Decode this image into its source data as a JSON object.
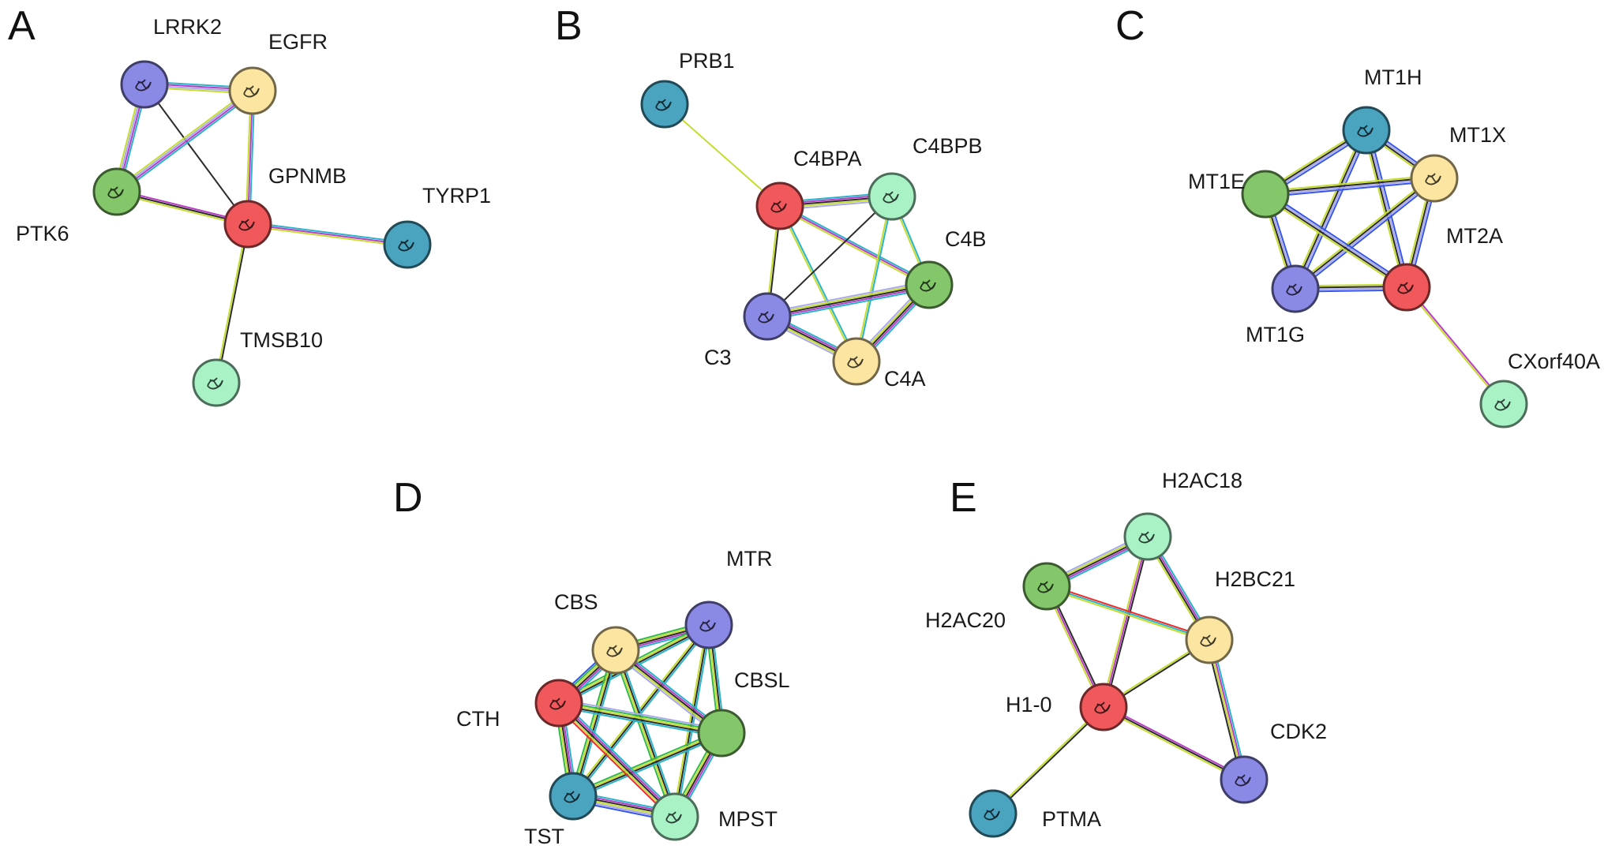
{
  "colors": {
    "red": "#f0585c",
    "blue": "#8a89e6",
    "yellow": "#fbe5a0",
    "green": "#84c76a",
    "teal": "#4aa3bf",
    "mint": "#a9f2c6",
    "edge_database": "#27b4c9",
    "edge_experimental": "#b93cc4",
    "edge_coexpression": "#2b2b2b",
    "edge_textmining": "#c5dc2f",
    "edge_homology": "#a8a8ee",
    "edge_fusion": "#f02a2a",
    "edge_neighborhood": "#33b84a",
    "edge_cooccurrence": "#3556e8"
  },
  "panels": [
    {
      "letter": "A",
      "nodes": [
        {
          "id": "LRRK2",
          "label": "LRRK2",
          "color": "blue"
        },
        {
          "id": "EGFR",
          "label": "EGFR",
          "color": "yellow"
        },
        {
          "id": "PTK6",
          "label": "PTK6",
          "color": "green"
        },
        {
          "id": "GPNMB",
          "label": "GPNMB",
          "color": "red"
        },
        {
          "id": "TYRP1",
          "label": "TYRP1",
          "color": "teal"
        },
        {
          "id": "TMSB10",
          "label": "TMSB10",
          "color": "mint"
        }
      ],
      "edges": [
        {
          "from": "LRRK2",
          "to": "EGFR",
          "types": [
            "database",
            "experimental",
            "homology",
            "textmining"
          ]
        },
        {
          "from": "LRRK2",
          "to": "PTK6",
          "types": [
            "database",
            "experimental",
            "homology",
            "textmining"
          ]
        },
        {
          "from": "LRRK2",
          "to": "GPNMB",
          "types": [
            "coexpression"
          ]
        },
        {
          "from": "EGFR",
          "to": "PTK6",
          "types": [
            "database",
            "experimental",
            "homology",
            "textmining"
          ]
        },
        {
          "from": "EGFR",
          "to": "GPNMB",
          "types": [
            "database",
            "experimental",
            "textmining"
          ]
        },
        {
          "from": "PTK6",
          "to": "GPNMB",
          "types": [
            "experimental",
            "coexpression",
            "textmining"
          ]
        },
        {
          "from": "GPNMB",
          "to": "TYRP1",
          "types": [
            "database",
            "experimental",
            "textmining"
          ]
        },
        {
          "from": "GPNMB",
          "to": "TMSB10",
          "types": [
            "coexpression",
            "textmining"
          ]
        }
      ]
    },
    {
      "letter": "B",
      "nodes": [
        {
          "id": "PRB1",
          "label": "PRB1",
          "color": "teal"
        },
        {
          "id": "C4BPA",
          "label": "C4BPA",
          "color": "red"
        },
        {
          "id": "C4BPB",
          "label": "C4BPB",
          "color": "mint"
        },
        {
          "id": "C4B",
          "label": "C4B",
          "color": "green"
        },
        {
          "id": "C3",
          "label": "C3",
          "color": "blue"
        },
        {
          "id": "C4A",
          "label": "C4A",
          "color": "yellow"
        }
      ],
      "edges": [
        {
          "from": "PRB1",
          "to": "C4BPA",
          "types": [
            "textmining"
          ]
        },
        {
          "from": "C4BPA",
          "to": "C4BPB",
          "types": [
            "database",
            "experimental",
            "coexpression",
            "textmining",
            "homology"
          ]
        },
        {
          "from": "C4BPA",
          "to": "C4B",
          "types": [
            "database",
            "experimental",
            "textmining"
          ]
        },
        {
          "from": "C4BPA",
          "to": "C3",
          "types": [
            "coexpression",
            "textmining"
          ]
        },
        {
          "from": "C4BPA",
          "to": "C4A",
          "types": [
            "database",
            "textmining"
          ]
        },
        {
          "from": "C4BPB",
          "to": "C4B",
          "types": [
            "database",
            "textmining"
          ]
        },
        {
          "from": "C4BPB",
          "to": "C3",
          "types": [
            "coexpression"
          ]
        },
        {
          "from": "C4BPB",
          "to": "C4A",
          "types": [
            "database",
            "textmining"
          ]
        },
        {
          "from": "C4B",
          "to": "C3",
          "types": [
            "database",
            "experimental",
            "coexpression",
            "textmining",
            "homology"
          ]
        },
        {
          "from": "C4B",
          "to": "C4A",
          "types": [
            "database",
            "experimental",
            "coexpression",
            "textmining",
            "homology"
          ]
        },
        {
          "from": "C3",
          "to": "C4A",
          "types": [
            "database",
            "experimental",
            "coexpression",
            "textmining",
            "homology"
          ]
        }
      ]
    },
    {
      "letter": "C",
      "nodes": [
        {
          "id": "MT1H",
          "label": "MT1H",
          "color": "teal"
        },
        {
          "id": "MT1X",
          "label": "MT1X",
          "color": "yellow"
        },
        {
          "id": "MT1E",
          "label": "MT1E",
          "color": "green"
        },
        {
          "id": "MT2A",
          "label": "MT2A",
          "color": "red"
        },
        {
          "id": "MT1G",
          "label": "MT1G",
          "color": "blue"
        },
        {
          "id": "CXorf40A",
          "label": "CXorf40A",
          "color": "mint"
        }
      ],
      "edges": [
        {
          "from": "MT1H",
          "to": "MT1X",
          "types": [
            "cooccurrence",
            "homology",
            "coexpression",
            "textmining"
          ]
        },
        {
          "from": "MT1H",
          "to": "MT1E",
          "types": [
            "cooccurrence",
            "homology",
            "coexpression",
            "textmining"
          ]
        },
        {
          "from": "MT1H",
          "to": "MT2A",
          "types": [
            "cooccurrence",
            "homology",
            "coexpression",
            "textmining"
          ]
        },
        {
          "from": "MT1H",
          "to": "MT1G",
          "types": [
            "cooccurrence",
            "homology",
            "coexpression",
            "textmining"
          ]
        },
        {
          "from": "MT1X",
          "to": "MT1E",
          "types": [
            "cooccurrence",
            "homology",
            "coexpression",
            "textmining"
          ]
        },
        {
          "from": "MT1X",
          "to": "MT2A",
          "types": [
            "cooccurrence",
            "homology",
            "coexpression",
            "textmining"
          ]
        },
        {
          "from": "MT1X",
          "to": "MT1G",
          "types": [
            "cooccurrence",
            "homology",
            "coexpression",
            "textmining"
          ]
        },
        {
          "from": "MT1E",
          "to": "MT2A",
          "types": [
            "cooccurrence",
            "homology",
            "coexpression",
            "textmining"
          ]
        },
        {
          "from": "MT1E",
          "to": "MT1G",
          "types": [
            "cooccurrence",
            "homology",
            "coexpression",
            "textmining"
          ]
        },
        {
          "from": "MT2A",
          "to": "MT1G",
          "types": [
            "cooccurrence",
            "homology",
            "coexpression",
            "textmining"
          ]
        },
        {
          "from": "MT2A",
          "to": "CXorf40A",
          "types": [
            "experimental",
            "textmining"
          ]
        }
      ]
    },
    {
      "letter": "D",
      "nodes": [
        {
          "id": "MTR",
          "label": "MTR",
          "color": "blue"
        },
        {
          "id": "CBS",
          "label": "CBS",
          "color": "yellow"
        },
        {
          "id": "CBSL",
          "label": "CBSL",
          "color": "green"
        },
        {
          "id": "CTH",
          "label": "CTH",
          "color": "red"
        },
        {
          "id": "TST",
          "label": "TST",
          "color": "teal"
        },
        {
          "id": "MPST",
          "label": "MPST",
          "color": "mint"
        }
      ],
      "edges": [
        {
          "from": "MTR",
          "to": "CBS",
          "types": [
            "database",
            "experimental",
            "coexpression",
            "textmining",
            "neighborhood"
          ]
        },
        {
          "from": "MTR",
          "to": "CBSL",
          "types": [
            "database",
            "coexpression",
            "textmining",
            "neighborhood"
          ]
        },
        {
          "from": "MTR",
          "to": "CTH",
          "types": [
            "database",
            "coexpression",
            "textmining",
            "neighborhood"
          ]
        },
        {
          "from": "MTR",
          "to": "TST",
          "types": [
            "database",
            "coexpression",
            "textmining"
          ]
        },
        {
          "from": "MTR",
          "to": "MPST",
          "types": [
            "database",
            "coexpression",
            "textmining"
          ]
        },
        {
          "from": "CBS",
          "to": "CBSL",
          "types": [
            "database",
            "experimental",
            "coexpression",
            "textmining",
            "homology"
          ]
        },
        {
          "from": "CBS",
          "to": "CTH",
          "types": [
            "database",
            "experimental",
            "coexpression",
            "textmining",
            "neighborhood",
            "cooccurrence"
          ]
        },
        {
          "from": "CBS",
          "to": "TST",
          "types": [
            "database",
            "coexpression",
            "textmining",
            "neighborhood"
          ]
        },
        {
          "from": "CBS",
          "to": "MPST",
          "types": [
            "database",
            "coexpression",
            "textmining",
            "neighborhood"
          ]
        },
        {
          "from": "CBSL",
          "to": "CTH",
          "types": [
            "database",
            "coexpression",
            "textmining",
            "neighborhood",
            "homology"
          ]
        },
        {
          "from": "CBSL",
          "to": "TST",
          "types": [
            "database",
            "coexpression",
            "textmining",
            "neighborhood"
          ]
        },
        {
          "from": "CBSL",
          "to": "MPST",
          "types": [
            "database",
            "experimental",
            "coexpression",
            "textmining",
            "neighborhood"
          ]
        },
        {
          "from": "CTH",
          "to": "TST",
          "types": [
            "database",
            "experimental",
            "coexpression",
            "textmining",
            "neighborhood"
          ]
        },
        {
          "from": "CTH",
          "to": "MPST",
          "types": [
            "database",
            "experimental",
            "coexpression",
            "textmining",
            "fusion"
          ]
        },
        {
          "from": "TST",
          "to": "MPST",
          "types": [
            "database",
            "experimental",
            "coexpression",
            "textmining",
            "homology",
            "cooccurrence"
          ]
        }
      ]
    },
    {
      "letter": "E",
      "nodes": [
        {
          "id": "H2AC18",
          "label": "H2AC18",
          "color": "mint"
        },
        {
          "id": "H2AC20",
          "label": "H2AC20",
          "color": "green"
        },
        {
          "id": "H2BC21",
          "label": "H2BC21",
          "color": "yellow"
        },
        {
          "id": "H1-0",
          "label": "H1-0",
          "color": "red"
        },
        {
          "id": "CDK2",
          "label": "CDK2",
          "color": "blue"
        },
        {
          "id": "PTMA",
          "label": "PTMA",
          "color": "teal"
        }
      ],
      "edges": [
        {
          "from": "H2AC18",
          "to": "H2AC20",
          "types": [
            "database",
            "experimental",
            "coexpression",
            "textmining",
            "homology"
          ]
        },
        {
          "from": "H2AC18",
          "to": "H2BC21",
          "types": [
            "database",
            "experimental",
            "coexpression",
            "textmining"
          ]
        },
        {
          "from": "H2AC18",
          "to": "H1-0",
          "types": [
            "coexpression",
            "experimental",
            "textmining"
          ]
        },
        {
          "from": "H2AC20",
          "to": "H2BC21",
          "types": [
            "fusion",
            "database",
            "textmining"
          ]
        },
        {
          "from": "H2AC20",
          "to": "H1-0",
          "types": [
            "coexpression",
            "experimental",
            "textmining"
          ]
        },
        {
          "from": "H2BC21",
          "to": "H1-0",
          "types": [
            "coexpression",
            "textmining"
          ]
        },
        {
          "from": "H2BC21",
          "to": "CDK2",
          "types": [
            "database",
            "experimental",
            "textmining",
            "coexpression"
          ]
        },
        {
          "from": "H1-0",
          "to": "CDK2",
          "types": [
            "experimental",
            "coexpression",
            "textmining"
          ]
        },
        {
          "from": "H1-0",
          "to": "PTMA",
          "types": [
            "coexpression",
            "textmining"
          ]
        }
      ]
    }
  ]
}
